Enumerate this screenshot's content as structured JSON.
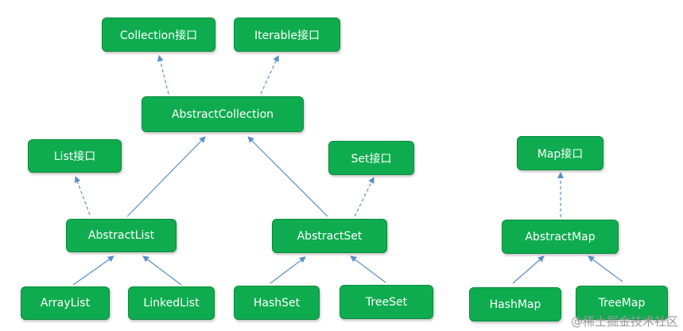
{
  "nodes": {
    "collection": "Collection接口",
    "iterable": "Iterable接口",
    "abstract_collection": "AbstractCollection",
    "list": "List接口",
    "set": "Set接口",
    "map": "Map接口",
    "abstract_list": "AbstractList",
    "abstract_set": "AbstractSet",
    "abstract_map": "AbstractMap",
    "array_list": "ArrayList",
    "linked_list": "LinkedList",
    "hash_set": "HashSet",
    "tree_set": "TreeSet",
    "hash_map": "HashMap",
    "tree_map": "TreeMap"
  },
  "watermark": "@稀土掘金技术社区",
  "colors": {
    "node_fill": "#0fac4f",
    "node_border": "#0a8a3c",
    "edge": "#5b8fc7"
  },
  "edges": [
    {
      "from": "abstract_collection",
      "to": "collection",
      "style": "dashed"
    },
    {
      "from": "abstract_collection",
      "to": "iterable",
      "style": "dashed"
    },
    {
      "from": "abstract_list",
      "to": "list",
      "style": "dashed"
    },
    {
      "from": "abstract_set",
      "to": "set",
      "style": "dashed"
    },
    {
      "from": "abstract_map",
      "to": "map",
      "style": "dashed"
    },
    {
      "from": "abstract_list",
      "to": "abstract_collection",
      "style": "solid"
    },
    {
      "from": "abstract_set",
      "to": "abstract_collection",
      "style": "solid"
    },
    {
      "from": "array_list",
      "to": "abstract_list",
      "style": "solid"
    },
    {
      "from": "linked_list",
      "to": "abstract_list",
      "style": "solid"
    },
    {
      "from": "hash_set",
      "to": "abstract_set",
      "style": "solid"
    },
    {
      "from": "tree_set",
      "to": "abstract_set",
      "style": "solid"
    },
    {
      "from": "hash_map",
      "to": "abstract_map",
      "style": "solid"
    },
    {
      "from": "tree_map",
      "to": "abstract_map",
      "style": "solid"
    }
  ]
}
